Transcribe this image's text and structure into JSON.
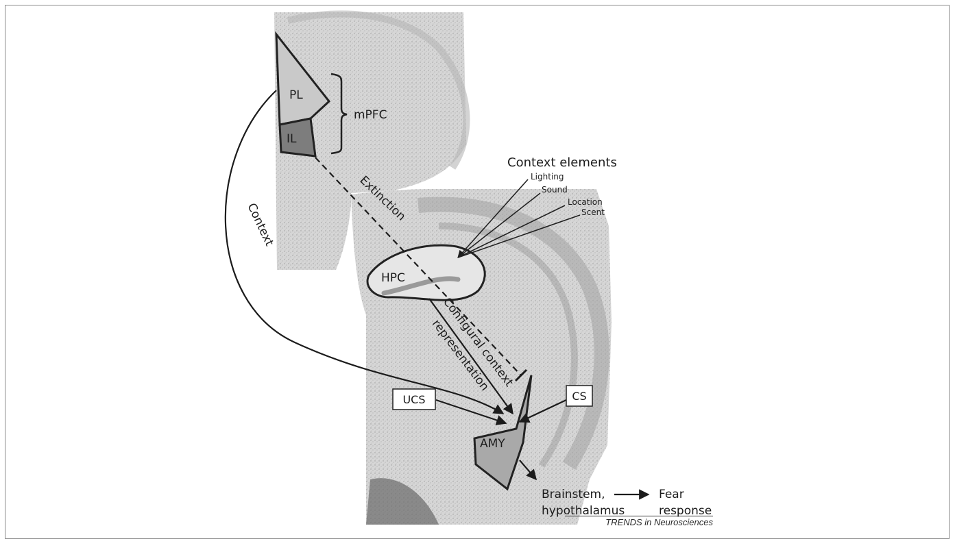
{
  "regions": {
    "pl": "PL",
    "il": "IL",
    "mpfc": "mPFC",
    "hpc": "HPC",
    "amy": "AMY"
  },
  "context_elements": {
    "title": "Context elements",
    "items": [
      "Lighting",
      "Sound",
      "Location",
      "Scent"
    ]
  },
  "pathways": {
    "context": "Context",
    "extinction": "Extinction",
    "configural_line1": "Configural context",
    "configural_line2": "representation"
  },
  "stimuli": {
    "ucs": "UCS",
    "cs": "CS"
  },
  "outputs": {
    "brainstem_line1": "Brainstem,",
    "brainstem_line2": "hypothalamus",
    "fear_line1": "Fear",
    "fear_line2": "response"
  },
  "credit": "TRENDS in Neurosciences",
  "colors": {
    "pl_fill": "#c9c9c9",
    "il_fill": "#7d7d7d",
    "amy_fill": "#a9a9a9",
    "hpc_fill": "#e6e6e6",
    "tissue_light": "#d9d9d9",
    "tissue_mid": "#c2c2c2",
    "stroke": "#222222"
  }
}
